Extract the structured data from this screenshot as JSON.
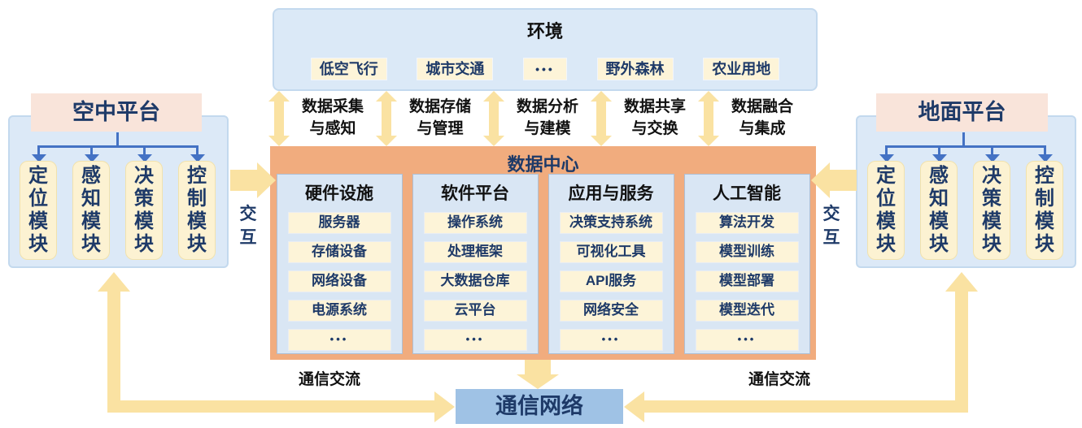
{
  "colors": {
    "arrow_yellow": "#FAE2A2",
    "datacenter_orange": "#F1AC7E",
    "panel_blue": "#DCE9F7",
    "column_blue": "#D9E6F4",
    "item_cream": "#FDF4D8",
    "header_peach": "#F9E4DA",
    "network_blue": "#9FC2E5",
    "text_navy": "#1E3A68",
    "connector_blue": "#4472C4"
  },
  "environment": {
    "title": "环境",
    "items": [
      "低空飞行",
      "城市交通",
      "•••",
      "野外森林",
      "农业用地"
    ]
  },
  "flow_labels": [
    "数据采集\n与感知",
    "数据存储\n与管理",
    "数据分析\n与建模",
    "数据共享\n与交换",
    "数据融合\n与集成"
  ],
  "datacenter": {
    "title": "数据中心",
    "columns": [
      {
        "header": "硬件设施",
        "items": [
          "服务器",
          "存储设备",
          "网络设备",
          "电源系统",
          "•••"
        ]
      },
      {
        "header": "软件平台",
        "items": [
          "操作系统",
          "处理框架",
          "大数据仓库",
          "云平台",
          "•••"
        ]
      },
      {
        "header": "应用与服务",
        "items": [
          "决策支持系统",
          "可视化工具",
          "API服务",
          "网络安全",
          "•••"
        ]
      },
      {
        "header": "人工智能",
        "items": [
          "算法开发",
          "模型训练",
          "模型部署",
          "模型迭代",
          "•••"
        ]
      }
    ]
  },
  "air_platform": {
    "title": "空中平台",
    "modules": [
      "定位模块",
      "感知模块",
      "决策模块",
      "控制模块"
    ]
  },
  "ground_platform": {
    "title": "地面平台",
    "modules": [
      "定位模块",
      "感知模块",
      "决策模块",
      "控制模块"
    ]
  },
  "interaction_label": "交互",
  "comm_label": "通信交流",
  "network_title": "通信网络"
}
